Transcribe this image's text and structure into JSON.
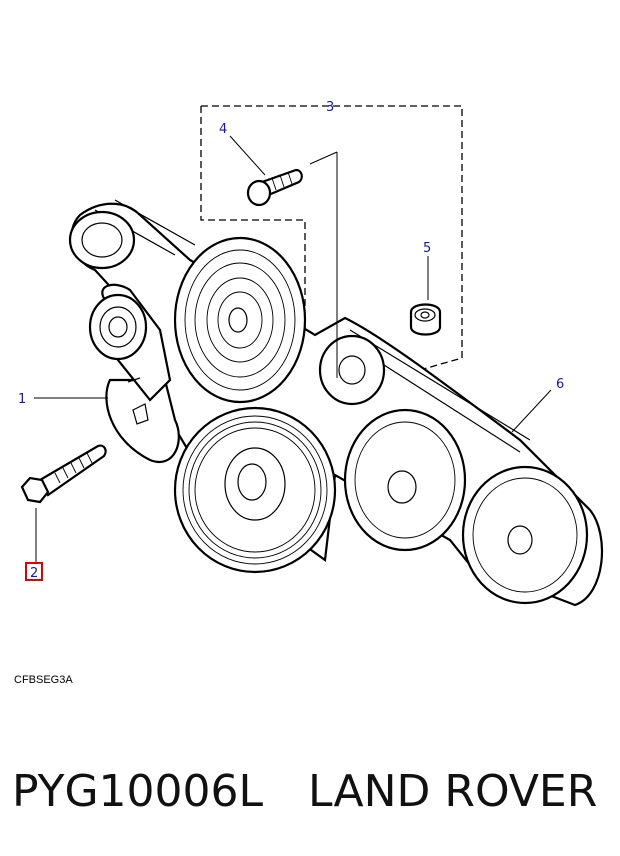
{
  "callouts": {
    "c1": "1",
    "c2": "2",
    "c3": "3",
    "c4": "4",
    "c5": "5",
    "c6": "6"
  },
  "highlight": {
    "callout": "2",
    "color": "#e00000"
  },
  "drawing_code": "CFBSEG3A",
  "footer": {
    "part_number": "PYG10006L",
    "brand": "LAND ROVER"
  }
}
